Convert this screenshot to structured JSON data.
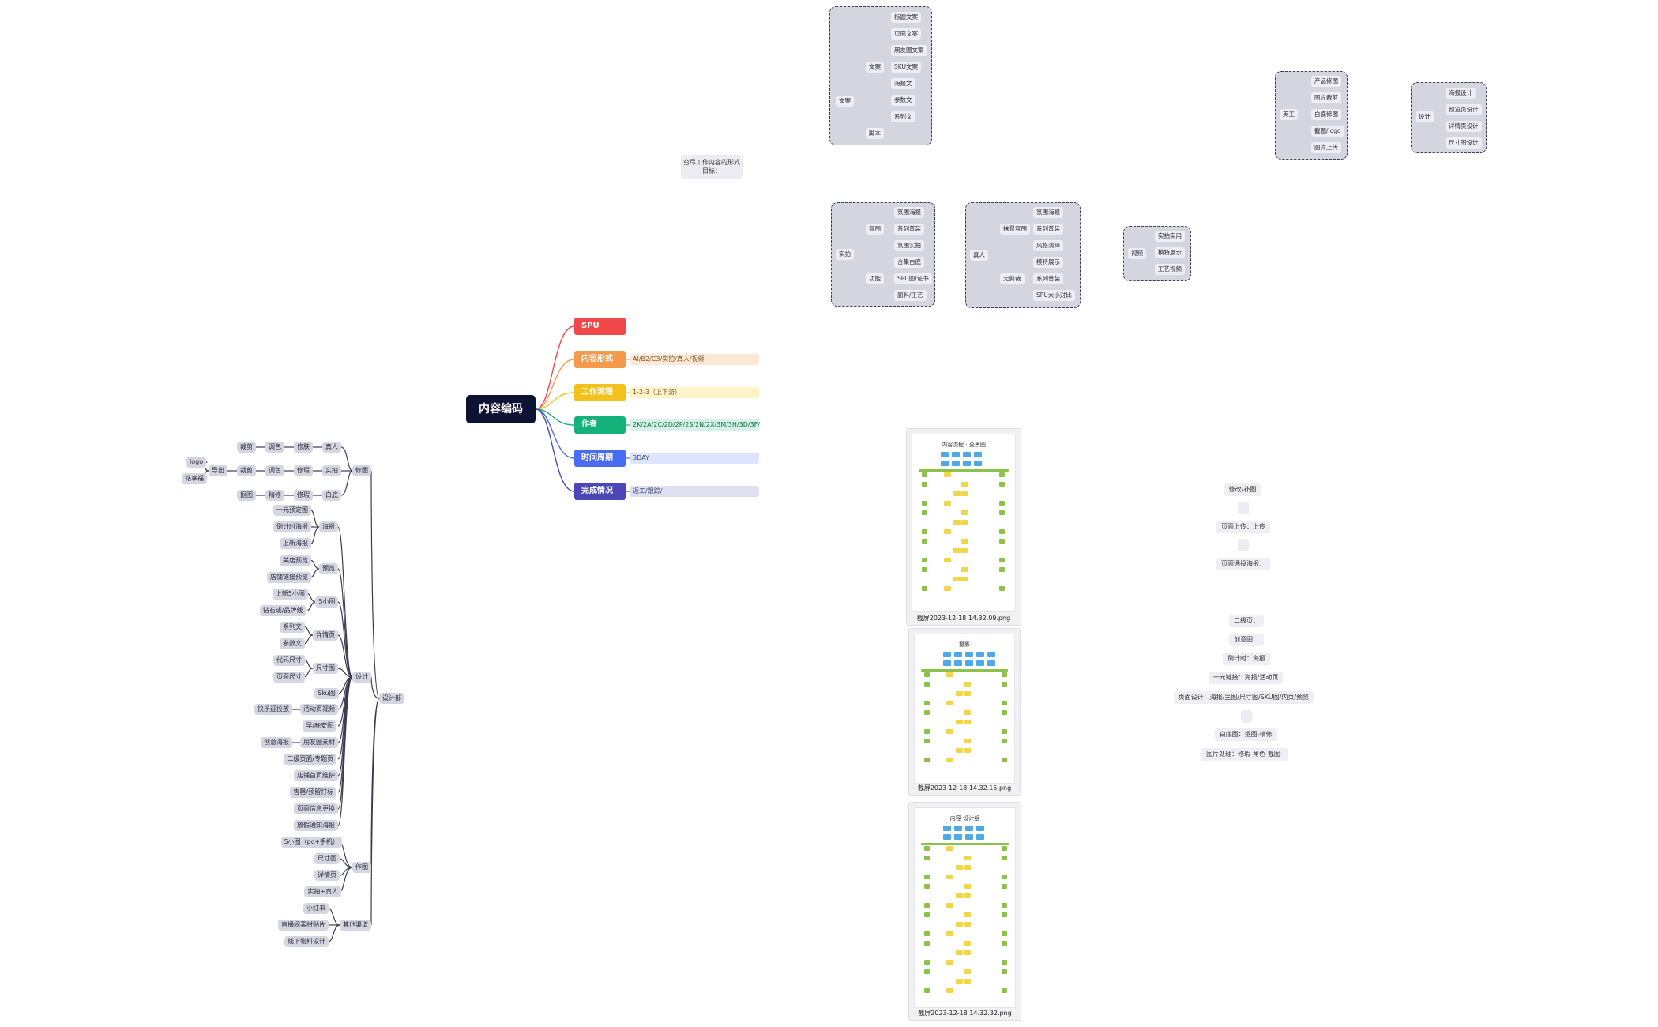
{
  "mindmap": {
    "root": "内容编码",
    "categories": [
      {
        "label": "SPU",
        "value": "",
        "color": "#f04848",
        "bar_color": ""
      },
      {
        "label": "内容形式",
        "value": "AI/B2/C3/实拍/真人/视频",
        "color": "#f59a4a",
        "bar_color": "#fde8d6"
      },
      {
        "label": "工作流程",
        "value": "1-2-3（上下游）",
        "color": "#f3c21a",
        "bar_color": "#fdf3c8"
      },
      {
        "label": "作者",
        "value": "2K/2A/2C/2D/2P/2S/2N/2X/3M/3H/3D/3F/",
        "color": "#14b27a",
        "bar_color": "#d2f3e6"
      },
      {
        "label": "时间周期",
        "value": "3DAY",
        "color": "#4a6cf0",
        "bar_color": "#dde4fd"
      },
      {
        "label": "完成情况",
        "value": "返工/跟踪/",
        "color": "#4b47b8",
        "bar_color": "#dfdff0"
      }
    ]
  },
  "design_tree": {
    "root": "设计部",
    "branches": [
      "修图",
      "设计",
      "作图",
      "其他渠道"
    ],
    "retouch": {
      "rows": [
        {
          "group": "真人",
          "items": [
            "修肤",
            "调色",
            "裁剪"
          ]
        },
        {
          "group": "实拍",
          "items": [
            "修瑕",
            "调色",
            "裁剪",
            "导出"
          ]
        },
        {
          "group": "白底",
          "items": [
            "修瑕",
            "精修",
            "抠图"
          ]
        }
      ],
      "export_items": [
        "logo",
        "铭享福"
      ]
    },
    "design": [
      {
        "label": "海报",
        "children": [
          "一元预定图",
          "倒计时海报",
          "上新海报"
        ]
      },
      {
        "label": "预览",
        "children": [
          "美店预览",
          "店铺链接预览"
        ]
      },
      {
        "label": "5小图",
        "children": [
          "上新5小图",
          "钻石或/品牌线"
        ]
      },
      {
        "label": "详情页",
        "children": [
          "系列文",
          "参数文"
        ]
      },
      {
        "label": "尺寸图",
        "children": [
          "代码尺寸",
          "页面尺寸"
        ]
      },
      {
        "label": "Sku图",
        "children": []
      },
      {
        "label": "活动页视频",
        "children": [
          "快乐迎投放"
        ]
      },
      {
        "label": "早/晚安图",
        "children": []
      },
      {
        "label": "朋友圈素材",
        "children": [
          "创意海报"
        ]
      },
      {
        "label": "二级页面/专题页",
        "children": []
      },
      {
        "label": "店铺首页维护",
        "children": []
      },
      {
        "label": "售罄/预留打标",
        "children": []
      },
      {
        "label": "页面信息更换",
        "children": []
      },
      {
        "label": "放假通知海报",
        "children": []
      }
    ],
    "drawing": [
      "5小图（pc+手机）",
      "尺寸图",
      "详情页",
      "实拍+真人"
    ],
    "other_channels": [
      "小红书",
      "直播间素材贴片",
      "线下物料设计"
    ]
  },
  "groups": {
    "copywriting": {
      "root": "文案",
      "sub": "文案",
      "items": [
        "标题文案",
        "页面文案",
        "朋友圈文案",
        "SKU文案",
        "海报文",
        "参数文",
        "系列文"
      ],
      "extra": "脚本"
    },
    "art": {
      "root": "美工",
      "items": [
        "产品修图",
        "图片裁剪",
        "白底修图",
        "截图/logo",
        "图片上传"
      ]
    },
    "design": {
      "root": "设计",
      "items": [
        "海报设计",
        "预览页设计",
        "详情页设计",
        "尺寸图设计"
      ]
    },
    "photo": {
      "root": "实拍",
      "branches": [
        {
          "label": "氛围",
          "items": [
            "氛围海报",
            "系列普装",
            "氛围实拍"
          ]
        },
        {
          "label": "功能",
          "items": [
            "合集白底",
            "SPU图/证书",
            "面料/工艺"
          ]
        }
      ]
    },
    "model": {
      "root": "真人",
      "branches": [
        {
          "label": "抹景氛围",
          "items": [
            "氛围海报",
            "系列普装",
            "风格演绎"
          ]
        },
        {
          "label": "无剪裁",
          "items": [
            "模特展示",
            "系列普装",
            "SPU大小对比"
          ]
        }
      ]
    },
    "video": {
      "root": "视频",
      "items": [
        "实拍实用",
        "模特展示",
        "工艺视频"
      ]
    }
  },
  "note": {
    "line1": "穷尽工作内容的形式",
    "line2": "目标："
  },
  "screenshots": [
    {
      "caption": "截屏2023-12-18 14.32.09.png",
      "title": "内容流程 · 全景图"
    },
    {
      "caption": "截屏2023-12-18 14.32.15.png",
      "title": "摄影"
    },
    {
      "caption": "截屏2023-12-18 14.32.32.png",
      "title": "内容-设计组"
    }
  ],
  "flow_right": {
    "top": [
      "修改/补图",
      "页面上传：上传",
      "页面通投海报："
    ],
    "bottom": [
      "二级页：",
      "创意图：",
      "倒计时：海报",
      "一元链接：海报/活动页",
      "页面设计：海报/主图/尺寸图/SKU图/内页/预览",
      "白底图：抠图-精修",
      "图片处理：修瑕-角色-截图-"
    ]
  },
  "colors": {
    "line": "#3b3b55",
    "accent_green": "#8bc34a",
    "accent_blue": "#4fa8e8",
    "accent_yellow": "#f1d64b"
  }
}
